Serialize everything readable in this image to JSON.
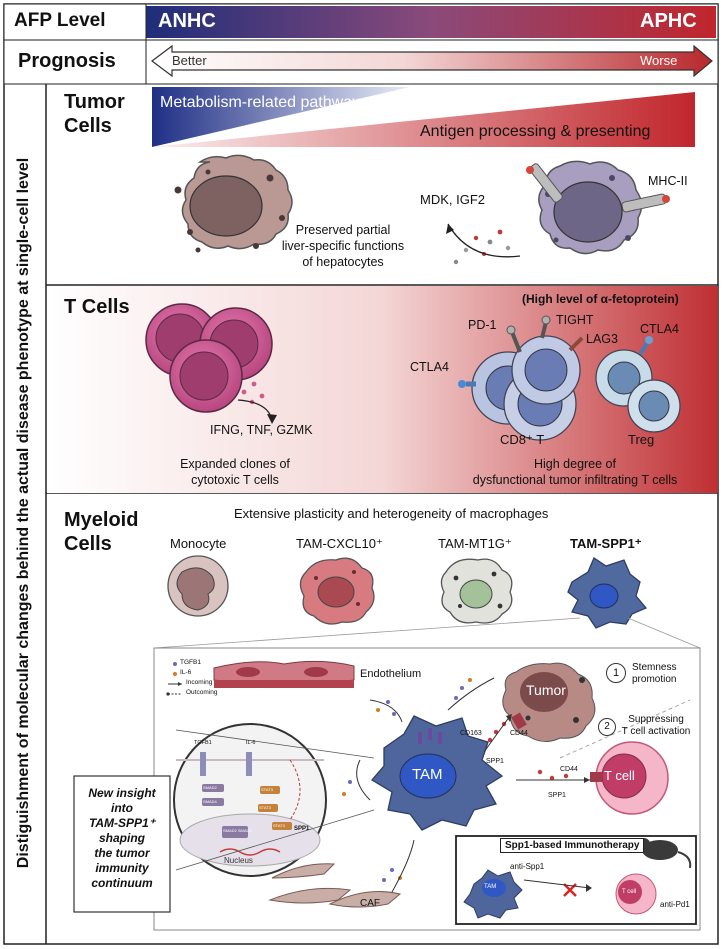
{
  "afp": {
    "label": "AFP Level",
    "left": "ANHC",
    "right": "APHC"
  },
  "prognosis": {
    "label": "Prognosis",
    "left": "Better",
    "right": "Worse"
  },
  "side_title": "Distiguishment of  molecular changes behind the actual disease phenotype at single-cell level",
  "tumor": {
    "title_1": "Tumor",
    "title_2": "Cells",
    "metabolism": "Metabolism-related pathways",
    "antigen": "Antigen processing & presenting",
    "left_desc_1": "Preserved partial",
    "left_desc_2": "liver-specific functions",
    "left_desc_3": "of hepatocytes",
    "mdk": "MDK, IGF2",
    "mhc": "MHC-II"
  },
  "tcells": {
    "title": "T Cells",
    "afp_note": "(High level of α-fetoprotein)",
    "ifng": "IFNG, TNF, GZMK",
    "left_desc_1": "Expanded clones of",
    "left_desc_2": "cytotoxic T cells",
    "pd1": "PD-1",
    "tight": "TIGHT",
    "lag3": "LAG3",
    "ctla4_left": "CTLA4",
    "ctla4_right": "CTLA4",
    "cd8": "CD8⁺ T",
    "treg": "Treg",
    "right_desc_1": "High degree of",
    "right_desc_2": "dysfunctional tumor infiltrating T cells"
  },
  "myeloid": {
    "title_1": "Myeloid",
    "title_2": "Cells",
    "subtitle": "Extensive plasticity and heterogeneity of macrophages",
    "types": [
      "Monocyte",
      "TAM-CXCL10⁺",
      "TAM-MT1G⁺",
      "TAM-SPP1⁺"
    ]
  },
  "detail": {
    "legend": [
      "TGFB1",
      "IL-6",
      "Incoming",
      "Outcoming"
    ],
    "endothelium": "Endothelium",
    "tumor": "Tumor",
    "stemness_1": "Stemness",
    "stemness_2": "promotion",
    "suppress_1": "Suppressing",
    "suppress_2": "T cell activation",
    "cd163": "CD163",
    "cd44_a": "CD44",
    "cd44_b": "CD44",
    "spp1_a": "SPP1",
    "spp1_b": "SPP1",
    "tam": "TAM",
    "tcell": "T cell",
    "caf": "CAF",
    "num1": "1",
    "num2": "2",
    "nucleus": "Nucleus",
    "tgfb1_in": "TGFB1",
    "il6_in": "IL-6",
    "spp1_in": "SPP1",
    "inner_labels": [
      "SMAD2",
      "SMAD4",
      "STAT3",
      "STAT3",
      "SMAD2 SMAD3",
      "STAT3"
    ],
    "insight": [
      "New insight",
      "into",
      "TAM-SPP1⁺",
      "shaping",
      "the tumor",
      "immunity",
      "continuum"
    ],
    "immuno_title": "Spp1-based Immunotherapy",
    "anti_spp1": "anti-Spp1",
    "anti_pd1": "anti-Pd1",
    "tam_small": "TAM",
    "tcell_small": "T cell"
  }
}
